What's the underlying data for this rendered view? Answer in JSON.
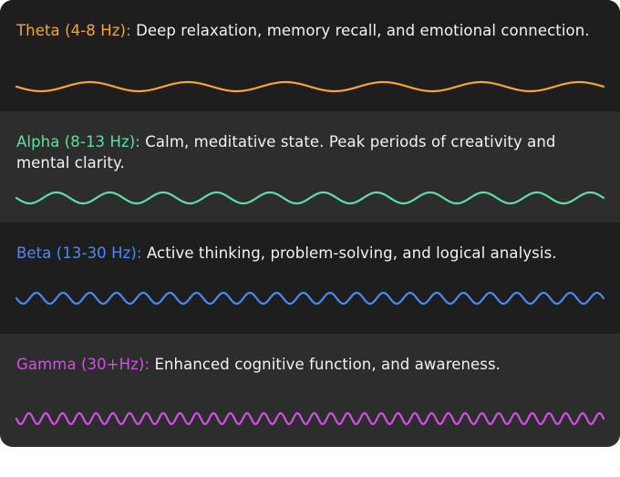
{
  "bands": [
    {
      "label": "Theta (4-8 Hz):",
      "description": " Deep relaxation, memory recall, and emotional connection.",
      "color": "#f5a43a",
      "cycles": 6,
      "amplitude": 5
    },
    {
      "label": "Alpha (8-13 Hz):",
      "description": " Calm, meditative state. Peak periods of creativity and mental clarity.",
      "color": "#5ce0a3",
      "cycles": 11,
      "amplitude": 6
    },
    {
      "label": "Beta (13-30 Hz):",
      "description": " Active thinking, problem-solving, and logical analysis.",
      "color": "#4a8bf5",
      "cycles": 22,
      "amplitude": 6
    },
    {
      "label": "Gamma (30+Hz):",
      "description": " Enhanced cognitive function, and awareness.",
      "color": "#d44ee8",
      "cycles": 35,
      "amplitude": 6
    }
  ]
}
